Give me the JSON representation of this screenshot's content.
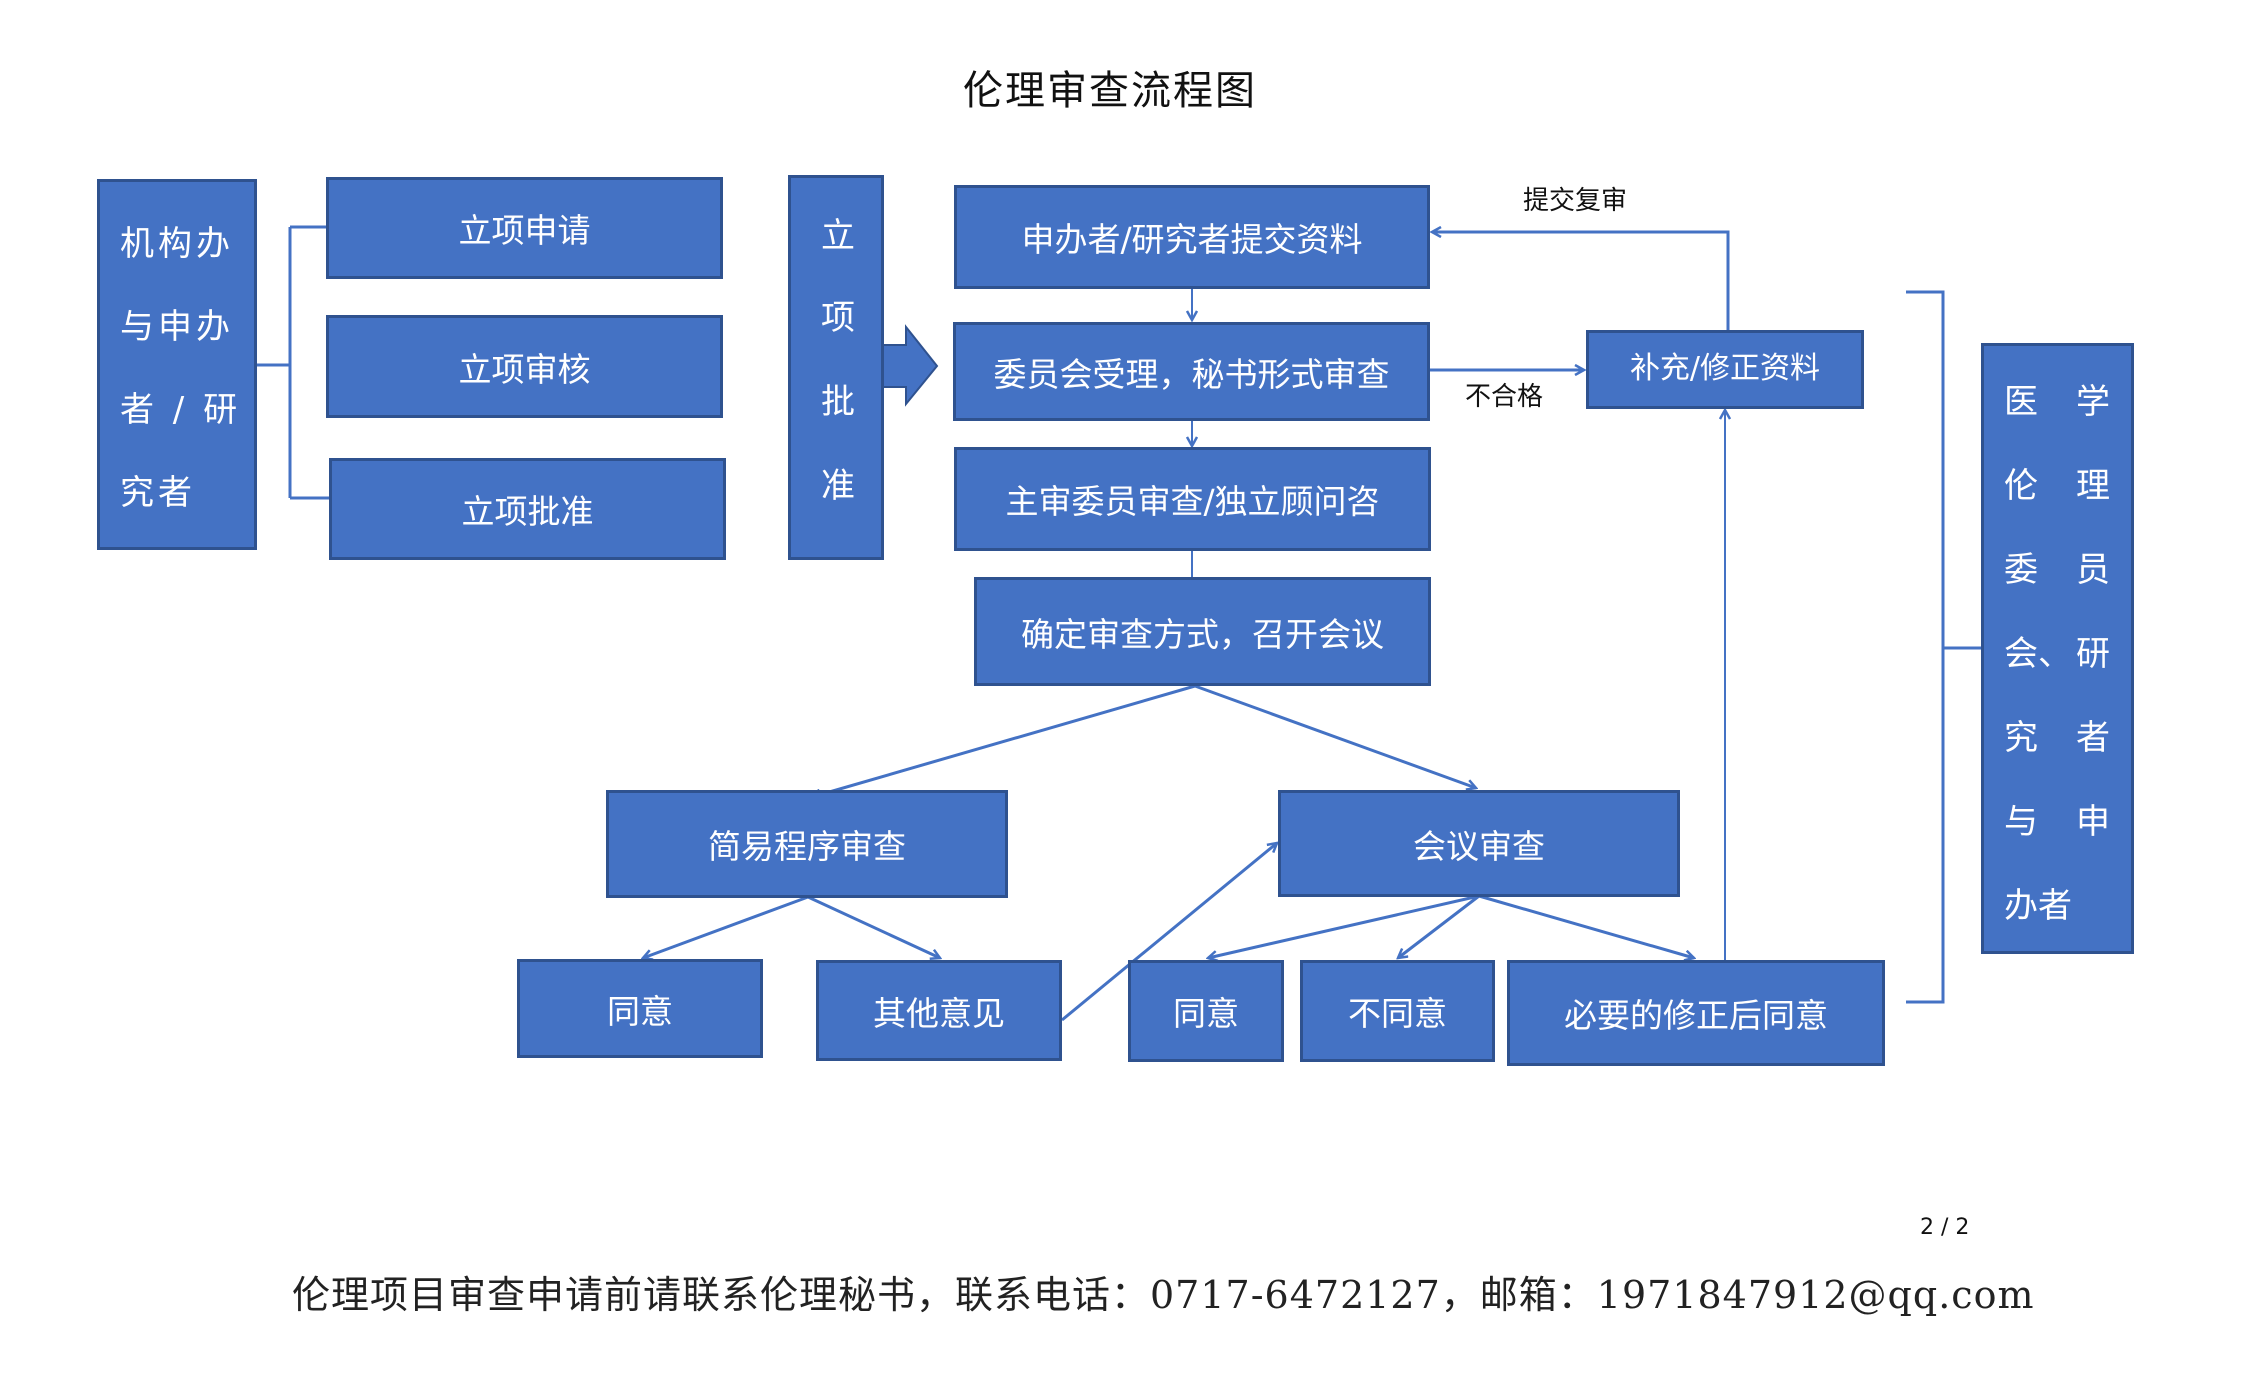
{
  "title": "伦理审查流程图",
  "colors": {
    "box_fill": "#4472c4",
    "box_border": "#2f528f",
    "connector": "#4472c4",
    "text_on_box": "#ffffff"
  },
  "left_panel": {
    "actor_lines": [
      "机构办",
      "与申办",
      "者 / 研",
      "究者"
    ],
    "steps": [
      "立项申请",
      "立项审核",
      "立项批准"
    ]
  },
  "approval_column": {
    "chars": [
      "立",
      "项",
      "批",
      "准"
    ]
  },
  "main_flow": {
    "submit": "申办者/研究者提交资料",
    "accept": "委员会受理，秘书形式审查",
    "primary_review": "主审委员审查/独立顾问咨",
    "determine": "确定审查方式，召开会议"
  },
  "revision": {
    "box": "补充/修正资料",
    "fail_label": "不合格",
    "resubmit_label": "提交复审"
  },
  "branches": {
    "expedited": {
      "label": "简易程序审查",
      "outcomes": [
        "同意",
        "其他意见"
      ]
    },
    "meeting": {
      "label": "会议审查",
      "outcomes": [
        "同意",
        "不同意",
        "必要的修正后同意"
      ]
    }
  },
  "right_panel": {
    "lines": [
      [
        "医",
        "学"
      ],
      [
        "伦",
        "理"
      ],
      [
        "委",
        "员"
      ],
      [
        "会、",
        "研"
      ],
      [
        "究",
        "者"
      ],
      [
        "与",
        "申"
      ],
      [
        "办者",
        ""
      ]
    ]
  },
  "footer": {
    "page_number": "2 / 2",
    "contact_text": "伦理项目审查申请前请联系伦理秘书，联系电话：0717-6472127，邮箱：1971847912@qq.com"
  }
}
